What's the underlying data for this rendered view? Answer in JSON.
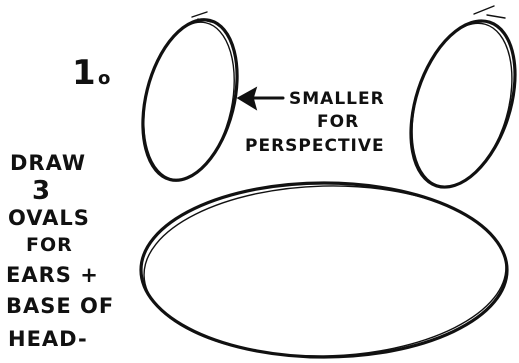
{
  "step": {
    "number": "1",
    "suffix": "o"
  },
  "instruction": {
    "lines": [
      "DRAW",
      "3",
      "OVALS",
      "FOR",
      "EARS +",
      "BASE OF",
      "HEAD-"
    ]
  },
  "annotation": {
    "lines": [
      "SMALLER",
      "FOR",
      "PERSPECTIVE"
    ]
  },
  "colors": {
    "ink": "#111111",
    "background": "#ffffff"
  }
}
